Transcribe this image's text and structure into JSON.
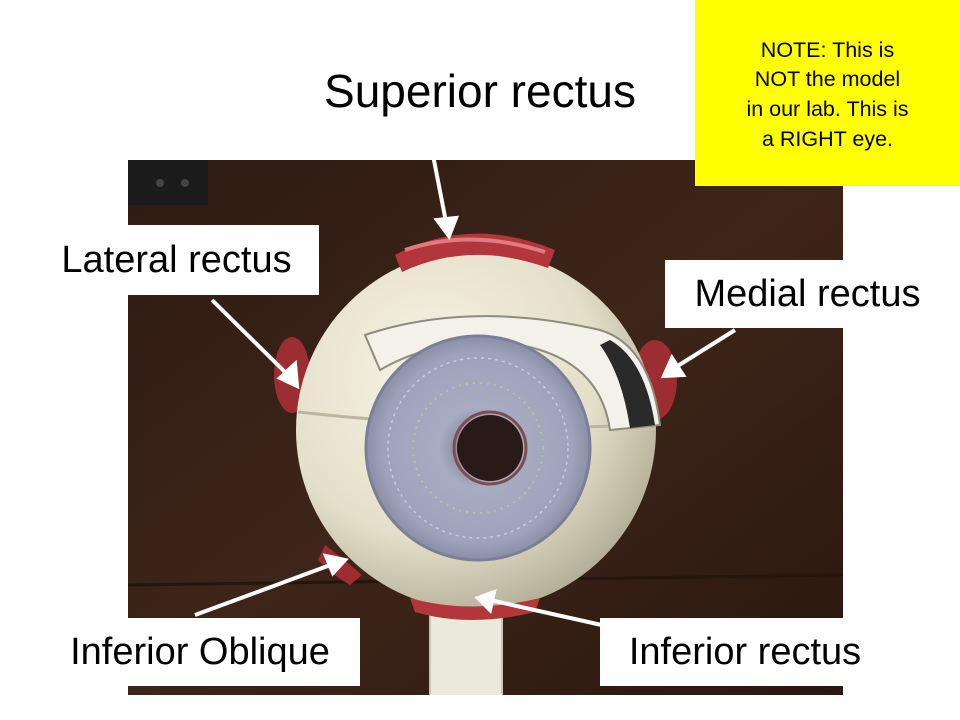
{
  "slide": {
    "title": "Superior rectus",
    "note_lines": [
      "NOTE: This is",
      "NOT the model",
      "in our lab. This is",
      "a RIGHT eye."
    ],
    "labels": {
      "lateral_rectus": "Lateral rectus",
      "medial_rectus": "Medial rectus",
      "inferior_oblique": "Inferior Oblique",
      "inferior_rectus": "Inferior rectus"
    }
  },
  "colors": {
    "note_background": "#ffff00",
    "photo_background": "#3b2317",
    "eyeball": "#e6e2cf",
    "iris": "#9aa0b8",
    "muscle": "#b03a40",
    "arrow": "#ffffff"
  }
}
